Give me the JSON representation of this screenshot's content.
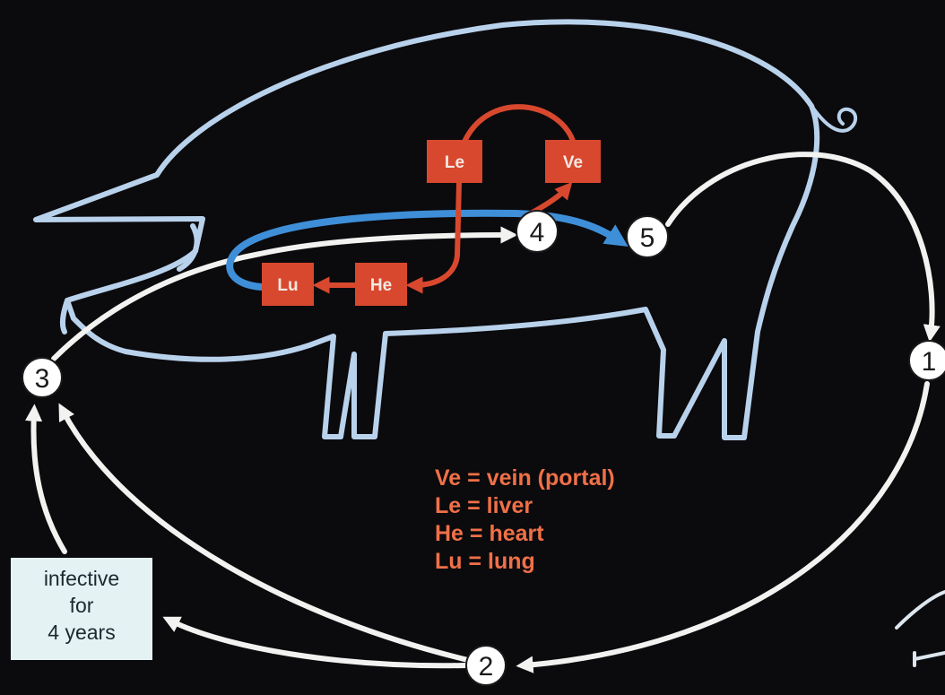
{
  "diagram": {
    "organs": {
      "le": "Le",
      "ve": "Ve",
      "lu": "Lu",
      "he": "He"
    },
    "stages": {
      "s1": "1",
      "s2": "2",
      "s3": "3",
      "s4": "4",
      "s5": "5"
    },
    "legend": {
      "line1": "Ve = vein (portal)",
      "line2": "Le = liver",
      "line3": "He = heart",
      "line4": "Lu = lung"
    },
    "infective_box": {
      "line1": "infective",
      "line2": "for",
      "line3": "4 years"
    },
    "colors": {
      "background": "#0b0a0d",
      "pig_outline": "#b9d2ec",
      "cycle_arrow": "#f2f2f0",
      "organ_box": "#d8482e",
      "blood_path_red": "#d8482e",
      "blood_path_blue": "#3e8fd8",
      "legend_text": "#f07048"
    }
  }
}
